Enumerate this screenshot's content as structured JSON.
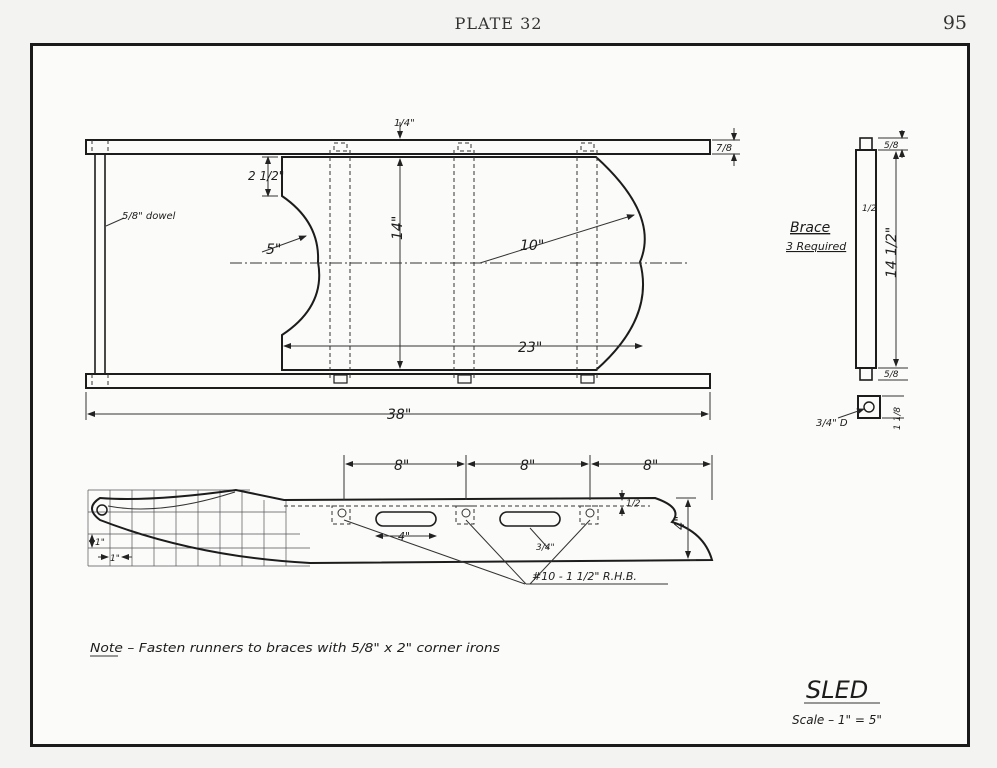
{
  "header": {
    "plate": "PLATE 32",
    "page_number": "95"
  },
  "top_view": {
    "dowel_note": "5/8\" dowel",
    "dim_quarter": "1/4\"",
    "dim_seven_eighths": "7/8",
    "dim_two_half": "2 1/2\"",
    "dim_radius_5": "5\"",
    "dim_width_14": "14\"",
    "dim_radius_10": "10\"",
    "dim_length_23": "23\"",
    "dim_overall_38": "38\""
  },
  "side_view": {
    "spacings": [
      "8\"",
      "8\"",
      "8\""
    ],
    "dim_height_4": "4\"",
    "slot_length": "4\"",
    "slot_width": "3/4\"",
    "brace_offset": "1/2",
    "grid_unit": "1\"",
    "grid_half": "1\"",
    "screw_note": "#10 - 1 1/2\" R.H.B."
  },
  "brace": {
    "title": "Brace",
    "required": "3 Required",
    "dim_top": "5/8",
    "dim_inner": "1/2",
    "dim_length": "14 1/2\"",
    "dim_bottom": "5/8",
    "dim_end": "1 1/8",
    "dim_hole": "3/4\" D"
  },
  "notes": {
    "fasten": "Note – Fasten runners to braces with 5/8\" x 2\" corner irons"
  },
  "title_block": {
    "title": "SLED",
    "scale": "Scale – 1\" = 5\""
  }
}
